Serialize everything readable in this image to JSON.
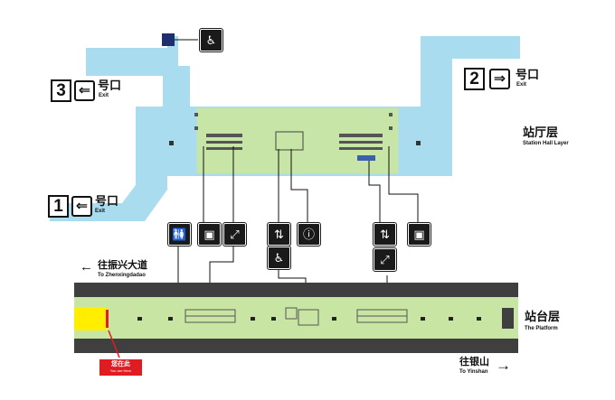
{
  "hall": {
    "name": "站厅层",
    "name_en": "Station Hall Layer"
  },
  "platform": {
    "name": "站台层",
    "name_en": "The Platform"
  },
  "exits": [
    {
      "num": "3",
      "label": "号口",
      "label_en": "Exit"
    },
    {
      "num": "2",
      "label": "号口",
      "label_en": "Exit"
    },
    {
      "num": "1",
      "label": "号口",
      "label_en": "Exit"
    }
  ],
  "directions": {
    "left": {
      "text": "往振兴大道",
      "text_en": "To Zhenxingdadao",
      "arrow": "←"
    },
    "right": {
      "text": "往银山",
      "text_en": "To Yinshan",
      "arrow": "→"
    }
  },
  "you_are_here": {
    "text": "您在此",
    "text_en": "You are Here"
  },
  "icons": [
    "accessible-elevator-icon",
    "restroom-icon",
    "ticket-machine-icon",
    "escalator-icon",
    "stairs-icon",
    "service-center-icon",
    "accessible-elevator-icon",
    "stairs-icon",
    "ticket-machine-icon",
    "escalator-icon"
  ],
  "colors": {
    "corridor": "#a8dcee",
    "hall_floor": "#c6e5a6",
    "track": "#3f3f3f",
    "platform": "#c8e5a3",
    "you_marker": "#ffee00",
    "you_badge": "#e01b22"
  }
}
